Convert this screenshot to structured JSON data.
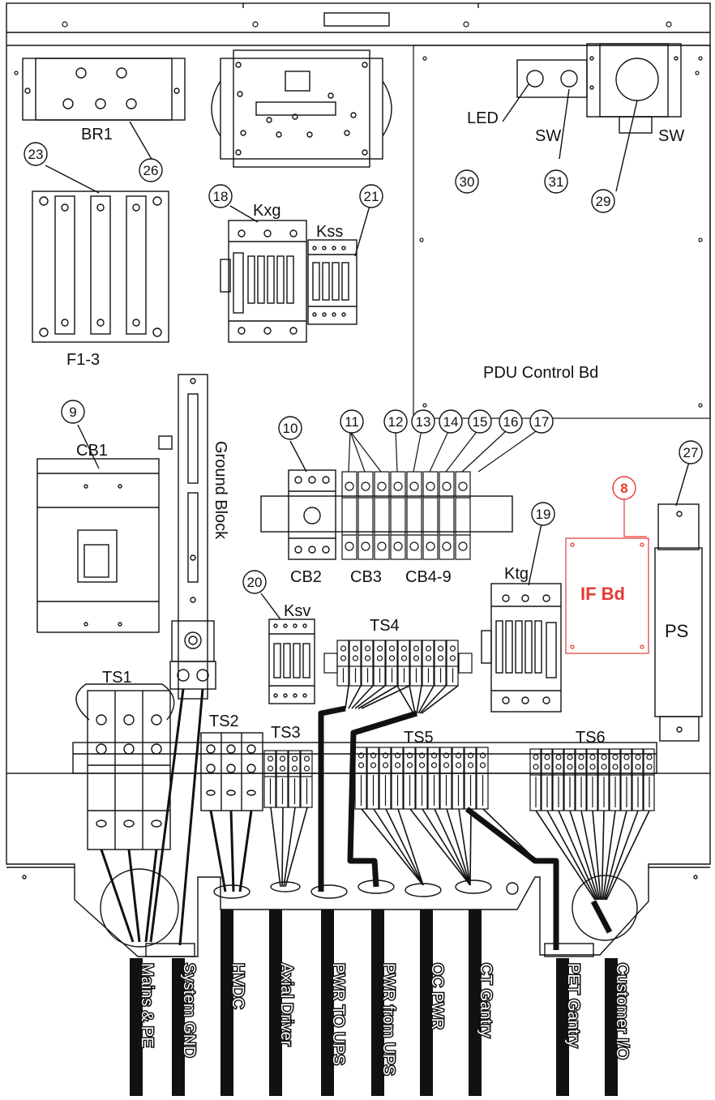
{
  "colors": {
    "line": "#111111",
    "highlight": "#e53935"
  },
  "components": {
    "br1": "BR1",
    "f13": "F1-3",
    "kxg": "Kxg",
    "kss": "Kss",
    "led": "LED",
    "sw1": "SW",
    "sw2": "SW",
    "pdu": "PDU Control Bd",
    "cb1": "CB1",
    "ground_block": "Ground Block",
    "cb2": "CB2",
    "cb3": "CB3",
    "cb49": "CB4-9",
    "ktg": "Ktg",
    "if_bd": "IF Bd",
    "ps": "PS",
    "ksv": "Ksv",
    "ts1": "TS1",
    "ts2": "TS2",
    "ts3": "TS3",
    "ts4": "TS4",
    "ts5": "TS5",
    "ts6": "TS6"
  },
  "callouts": {
    "c8": "8",
    "c9": "9",
    "c10": "10",
    "c11": "11",
    "c12": "12",
    "c13": "13",
    "c14": "14",
    "c15": "15",
    "c16": "16",
    "c17": "17",
    "c18": "18",
    "c19": "19",
    "c20": "20",
    "c21": "21",
    "c23": "23",
    "c26": "26",
    "c27": "27",
    "c29": "29",
    "c30": "30",
    "c31": "31"
  },
  "cables": [
    "Mains & PE",
    "System GND",
    "HVDC",
    "Axial Driver",
    "PWR TO UPS",
    "PWR from UPS",
    "OC PWR",
    "CT Gantry",
    "PET Gantry",
    "Customer I/O"
  ]
}
